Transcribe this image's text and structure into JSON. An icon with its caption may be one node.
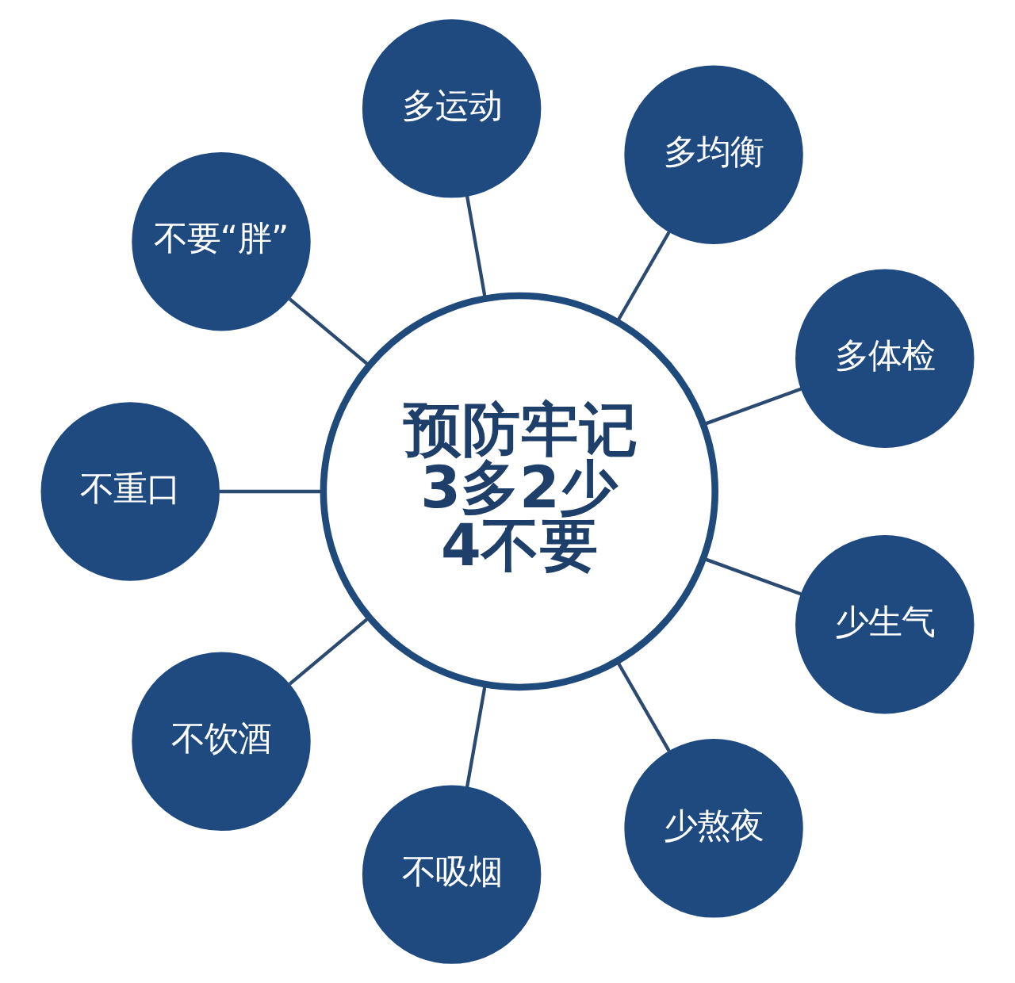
{
  "diagram": {
    "nodes": [
      {
        "text": [
          "预防牢记",
          "3多2少",
          "4不要"
        ]
      },
      {
        "text": [
          "多运动"
        ]
      },
      {
        "text": [
          "多均衡"
        ]
      },
      {
        "text": [
          "多体检"
        ]
      },
      {
        "text": [
          "少生气"
        ]
      },
      {
        "text": [
          "少熬夜"
        ]
      },
      {
        "text": [
          "不吸烟"
        ]
      },
      {
        "text": [
          "不饮酒"
        ]
      },
      {
        "text": [
          "不重口"
        ]
      },
      {
        "text": [
          "不要“胖”"
        ]
      }
    ],
    "edges": [
      {
        "from": 0,
        "to": 1,
        "arrow": "none"
      },
      {
        "from": 0,
        "to": 2,
        "arrow": "none"
      },
      {
        "from": 0,
        "to": 3,
        "arrow": "none"
      },
      {
        "from": 0,
        "to": 4,
        "arrow": "none"
      },
      {
        "from": 0,
        "to": 5,
        "arrow": "none"
      },
      {
        "from": 0,
        "to": 6,
        "arrow": "none"
      },
      {
        "from": 0,
        "to": 7,
        "arrow": "none"
      },
      {
        "from": 0,
        "to": 8,
        "arrow": "none"
      },
      {
        "from": 0,
        "to": 9,
        "arrow": "none"
      }
    ]
  }
}
